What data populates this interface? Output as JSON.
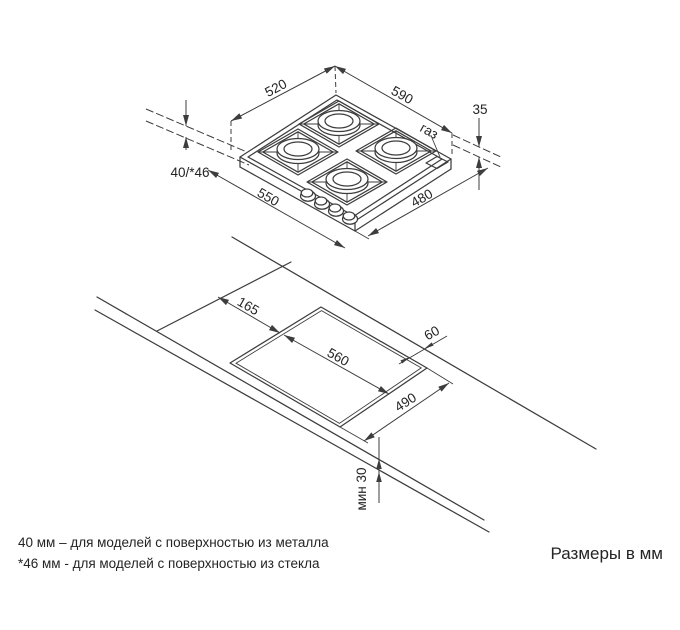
{
  "colors": {
    "line": "#3d3d3d",
    "text": "#242424",
    "background": "#ffffff"
  },
  "hob_view": {
    "dim_back_left_edge": "520",
    "dim_back_right_edge": "590",
    "dim_height_right": "35",
    "dim_height_left": "40/*46",
    "dim_front_left_edge": "550",
    "dim_front_right_edge": "480",
    "gas_connection_label": "газ"
  },
  "cutout_view": {
    "dim_edge_to_cutout": "165",
    "dim_cutout_length": "560",
    "dim_cutout_to_rear_edge": "60",
    "dim_cutout_depth": "490",
    "dim_min_thickness": "мин 30"
  },
  "notes": {
    "footnote_metal": "40 мм – для моделей с поверхностью  из металла",
    "footnote_glass": "*46 мм - для моделей с поверхностью  из стекла",
    "units": "Размеры в мм"
  }
}
